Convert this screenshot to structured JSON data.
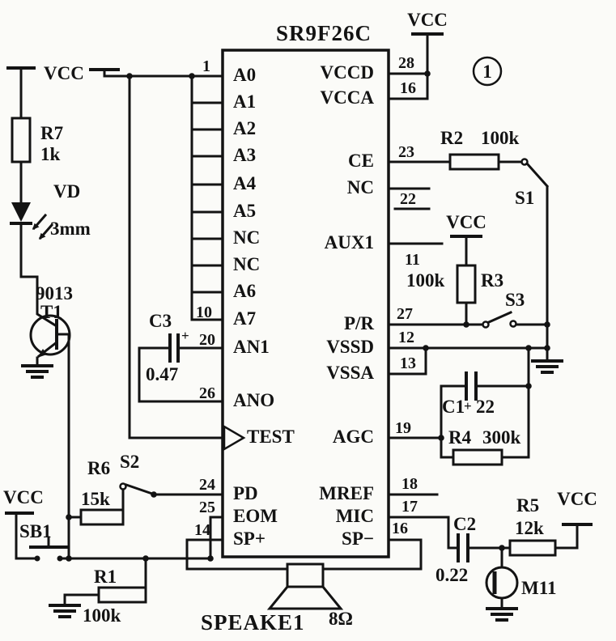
{
  "figure": {
    "number": "1"
  },
  "power": {
    "vcc": "VCC"
  },
  "chip": {
    "name": "SR9F26C",
    "left_pins": [
      {
        "label": "A0",
        "pin": "1"
      },
      {
        "label": "A1",
        "pin": ""
      },
      {
        "label": "A2",
        "pin": ""
      },
      {
        "label": "A3",
        "pin": ""
      },
      {
        "label": "A4",
        "pin": ""
      },
      {
        "label": "A5",
        "pin": ""
      },
      {
        "label": "NC",
        "pin": ""
      },
      {
        "label": "NC",
        "pin": ""
      },
      {
        "label": "A6",
        "pin": ""
      },
      {
        "label": "A7",
        "pin": "10"
      },
      {
        "label": "AN1",
        "pin": "20"
      },
      {
        "label": "ANO",
        "pin": "26"
      },
      {
        "label": "TEST",
        "pin": ""
      },
      {
        "label": "PD",
        "pin": "24"
      },
      {
        "label": "EOM",
        "pin": "25"
      },
      {
        "label": "SP+",
        "pin": "14"
      }
    ],
    "right_pins": [
      {
        "label": "VCCD",
        "pin": "28"
      },
      {
        "label": "VCCA",
        "pin": "16"
      },
      {
        "label": "CE",
        "pin": "23"
      },
      {
        "label": "NC",
        "pin": "22"
      },
      {
        "label": "AUX1",
        "pin": "11"
      },
      {
        "label": "P/R",
        "pin": "27"
      },
      {
        "label": "VSSD",
        "pin": "12"
      },
      {
        "label": "VSSA",
        "pin": "13"
      },
      {
        "label": "AGC",
        "pin": "19"
      },
      {
        "label": "MREF",
        "pin": "18"
      },
      {
        "label": "MIC",
        "pin": "17"
      },
      {
        "label": "SP−",
        "pin": "16"
      }
    ]
  },
  "components": {
    "r7": {
      "ref": "R7",
      "value": "1k"
    },
    "vd": {
      "ref": "VD",
      "value": "3mm"
    },
    "t1": {
      "ref": "T1",
      "value": "9013"
    },
    "c3": {
      "ref": "C3",
      "value": "0.47",
      "polarity": "+"
    },
    "r6": {
      "ref": "R6",
      "value": "15k"
    },
    "s2": {
      "ref": "S2"
    },
    "sb1": {
      "ref": "SB1"
    },
    "r1": {
      "ref": "R1",
      "value": "100k"
    },
    "r2": {
      "ref": "R2",
      "value": "100k"
    },
    "s1": {
      "ref": "S1"
    },
    "r3": {
      "ref": "R3",
      "value": "100k"
    },
    "s3": {
      "ref": "S3"
    },
    "c1": {
      "ref": "C1",
      "value": "22",
      "polarity": "+"
    },
    "r4": {
      "ref": "R4",
      "value": "300k"
    },
    "c2": {
      "ref": "C2",
      "value": "0.22"
    },
    "r5": {
      "ref": "R5",
      "value": "12k"
    },
    "m11": {
      "ref": "M11"
    },
    "speaker": {
      "ref": "SPEAKE1",
      "value": "8Ω"
    }
  }
}
